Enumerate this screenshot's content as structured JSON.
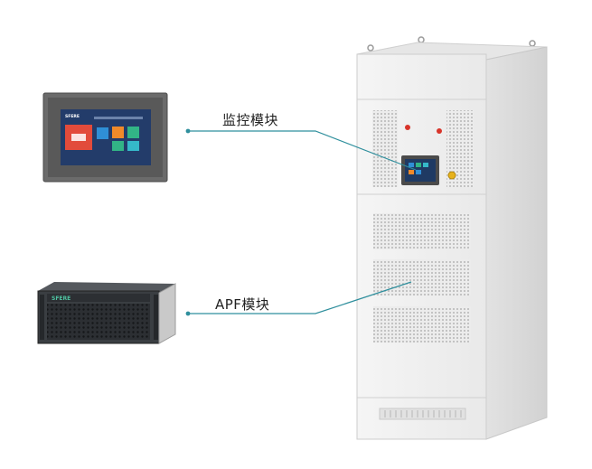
{
  "labels": {
    "monitor_module": "监控模块",
    "apf_module": "APF模块"
  },
  "brand": {
    "hmi_logo": "SFERE",
    "apf_logo": "SFERE"
  },
  "colors": {
    "leader_line": "#2f8f9d",
    "cabinet": "#f0f0f0",
    "hmi_bezel": "#5e5e5e",
    "hmi_screen": "#233c6a",
    "tile_red": "#e24b3b",
    "tile_blue": "#2f8fd6",
    "tile_orange": "#f08a2a",
    "tile_green": "#32b486",
    "tile_cyan": "#35b8c9",
    "apf_body": "#3a3e42",
    "apf_logo": "#4fc3a1",
    "indicator_red": "#d8342a",
    "button_yellow": "#e7b21c"
  }
}
